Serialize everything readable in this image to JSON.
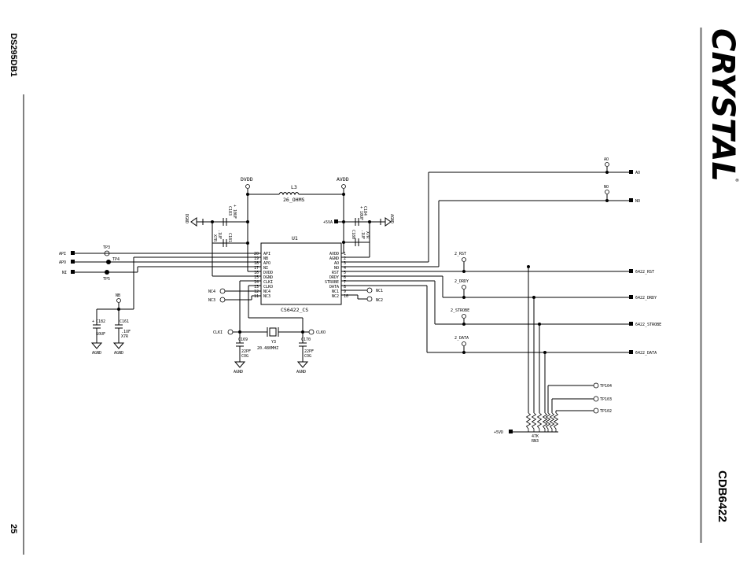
{
  "doc_id": "DS295DB1",
  "page_number": "25",
  "board_name": "CDB6422",
  "logo_text": "CRYSTAL",
  "logo_reg": "®",
  "u1": {
    "ref": "U1",
    "part": "CS6422_CS",
    "left_pins": [
      {
        "num": "20",
        "name": "API"
      },
      {
        "num": "19",
        "name": "NB"
      },
      {
        "num": "18",
        "name": "APO"
      },
      {
        "num": "17",
        "name": "NI"
      },
      {
        "num": "16",
        "name": "DVDD"
      },
      {
        "num": "15",
        "name": "DGND"
      },
      {
        "num": "14",
        "name": "CLKI"
      },
      {
        "num": "13",
        "name": "CLKO"
      },
      {
        "num": "12",
        "name": "NC4"
      },
      {
        "num": "11",
        "name": "NC3"
      }
    ],
    "right_pins": [
      {
        "num": "1",
        "name": "AVDD"
      },
      {
        "num": "2",
        "name": "AGND"
      },
      {
        "num": "3",
        "name": "AO"
      },
      {
        "num": "4",
        "name": "NO"
      },
      {
        "num": "5",
        "name": "RST"
      },
      {
        "num": "6",
        "name": "DRDY"
      },
      {
        "num": "7",
        "name": "STROBE"
      },
      {
        "num": "8",
        "name": "DATA"
      },
      {
        "num": "9",
        "name": "NC1"
      },
      {
        "num": "10",
        "name": "NC2"
      }
    ]
  },
  "power": {
    "dvdd": "DVDD",
    "avdd": "AVDD",
    "p5va": "+5VA",
    "p5vd": "+5VD",
    "agnd": "AGND",
    "dgnd": "DGND"
  },
  "inductor": {
    "ref": "L3",
    "value": "26_OHMS"
  },
  "caps": {
    "c183": {
      "ref": "C183",
      "value": "+ 10UF"
    },
    "c181": {
      "ref": "C181",
      "value": ".1UF",
      "type": "X7R"
    },
    "c180": {
      "ref": "C180",
      "value": ".1UF",
      "type": "X7R"
    },
    "c184": {
      "ref": "C184",
      "value": "+ 10UF"
    },
    "c182": {
      "ref": "C182",
      "value": "10UF",
      "plus": "+"
    },
    "c161": {
      "ref": "C161",
      "value": ".1UF",
      "type": "X7R"
    },
    "c169": {
      "ref": "C169",
      "value": "22PF",
      "type": "COG"
    },
    "c170": {
      "ref": "C170",
      "value": "22PF",
      "type": "COG"
    }
  },
  "crystal": {
    "ref": "Y3",
    "value": "20.480MHZ"
  },
  "resistor_network": {
    "value": "47K",
    "ref": "RN3"
  },
  "inputs": [
    "API",
    "APO",
    "NI"
  ],
  "test_points": [
    "TP3",
    "TP4",
    "TP5",
    "TP102",
    "TP103",
    "TP104"
  ],
  "nb_label": "NB",
  "clk": {
    "clki": "CLKI",
    "clko": "CLKO"
  },
  "nc": {
    "nc1": "NC1",
    "nc2": "NC2",
    "nc3": "NC3",
    "nc4": "NC4"
  },
  "outputs": {
    "ao_top": "AO",
    "ao": "AO",
    "no_top": "NO",
    "no": "NO"
  },
  "nets": [
    "2_RST",
    "2_DRDY",
    "2_STROBE",
    "2_DATA"
  ],
  "connectors": [
    "6422_RST",
    "6422_DRDY",
    "6422_STROBE",
    "6422_DATA"
  ]
}
